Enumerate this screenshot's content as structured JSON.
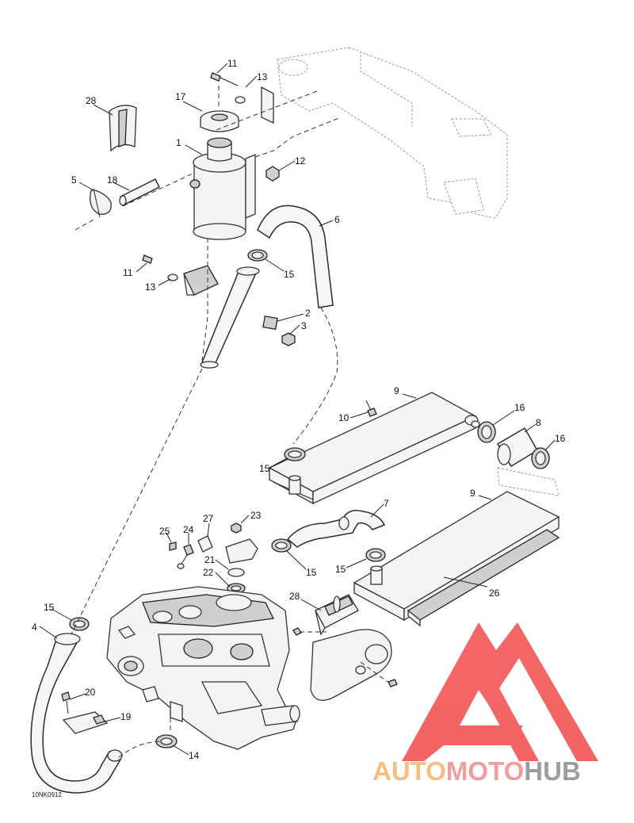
{
  "diagram": {
    "code": "10NK0912",
    "callouts": [
      "1",
      "2",
      "3",
      "4",
      "5",
      "6",
      "7",
      "8",
      "9",
      "9",
      "10",
      "11",
      "11",
      "12",
      "13",
      "13",
      "14",
      "15",
      "15",
      "15",
      "15",
      "15",
      "16",
      "16",
      "17",
      "18",
      "19",
      "20",
      "21",
      "22",
      "23",
      "24",
      "25",
      "26",
      "27",
      "28",
      "28"
    ]
  },
  "watermark": {
    "part1": "AUTO",
    "part2": "MOTO",
    "part3": "HUB",
    "colors": {
      "orange": "#f6b36b",
      "salmon": "#ef8c8c",
      "gray": "#8c8c8c",
      "triangle": "#f24a4a"
    }
  }
}
